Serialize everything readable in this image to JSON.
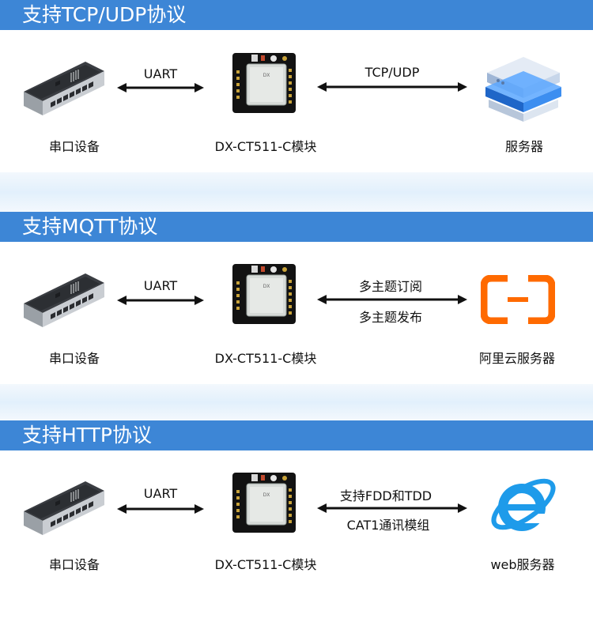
{
  "sections": [
    {
      "title": "支持TCP/UDP协议",
      "device_label": "串口设备",
      "uart_label": "UART",
      "module_label": "DX-CT511-C模块",
      "link_labels": [
        "TCP/UDP"
      ],
      "server_label": "服务器",
      "server_icon": "server-stack-icon"
    },
    {
      "title": "支持MQTT协议",
      "device_label": "串口设备",
      "uart_label": "UART",
      "module_label": "DX-CT511-C模块",
      "link_labels": [
        "多主题订阅",
        "多主题发布"
      ],
      "server_label": "阿里云服务器",
      "server_icon": "aliyun-logo-icon"
    },
    {
      "title": "支持HTTP协议",
      "device_label": "串口设备",
      "uart_label": "UART",
      "module_label": "DX-CT511-C模块",
      "link_labels": [
        "支持FDD和TDD",
        "CAT1通讯模组"
      ],
      "server_label": "web服务器",
      "server_icon": "internet-explorer-icon"
    }
  ],
  "colors": {
    "header": "#3d86d6",
    "arrow": "#111111",
    "aliyun": "#ff6a00",
    "ie": "#1e9bea"
  }
}
